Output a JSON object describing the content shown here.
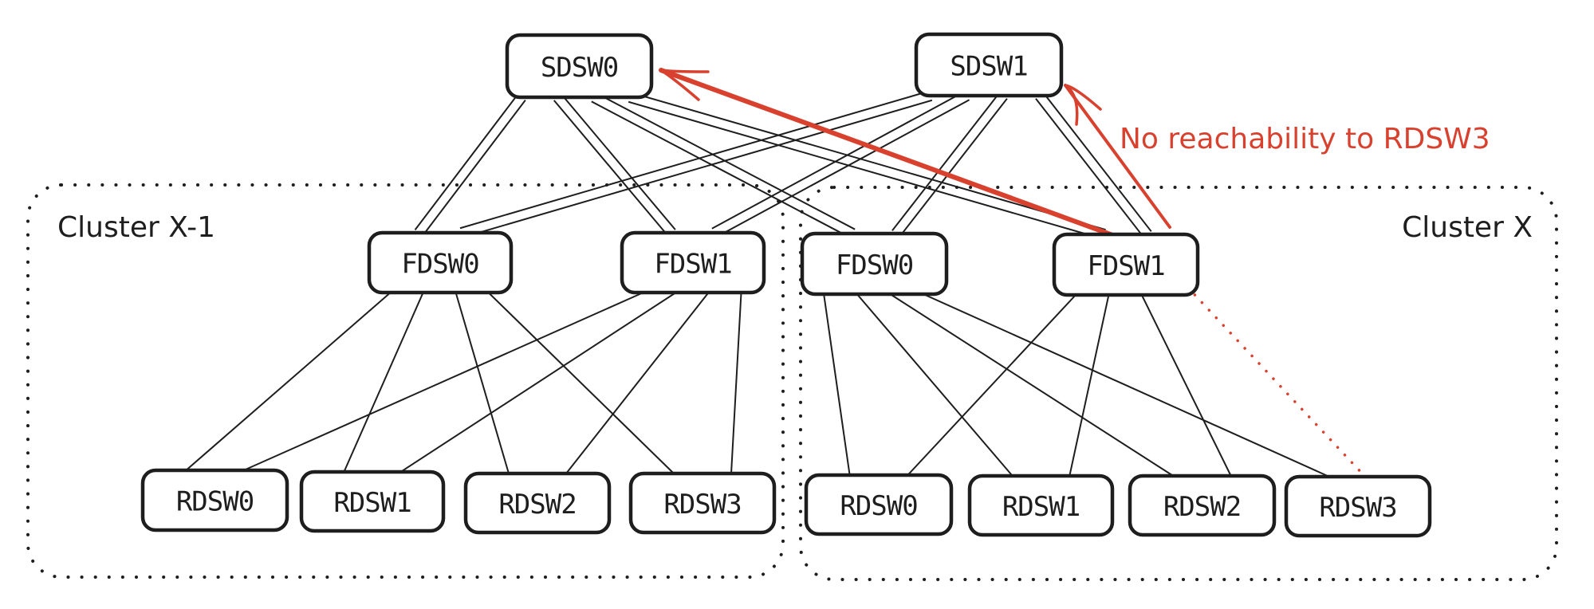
{
  "title": "Network topology: reachability failure to RDSW3",
  "colors": {
    "ink": "#1e1e1e",
    "alert": "#d9412f",
    "background": "#ffffff"
  },
  "spine": [
    {
      "id": "SDSW0",
      "label": "SDSW0"
    },
    {
      "id": "SDSW1",
      "label": "SDSW1"
    }
  ],
  "clusters": [
    {
      "id": "cluster-x-minus-1",
      "label": "Cluster X-1",
      "fabric": [
        {
          "id": "L-FDSW0",
          "label": "FDSW0"
        },
        {
          "id": "L-FDSW1",
          "label": "FDSW1"
        }
      ],
      "racks": [
        {
          "id": "L-RDSW0",
          "label": "RDSW0"
        },
        {
          "id": "L-RDSW1",
          "label": "RDSW1"
        },
        {
          "id": "L-RDSW2",
          "label": "RDSW2"
        },
        {
          "id": "L-RDSW3",
          "label": "RDSW3"
        }
      ]
    },
    {
      "id": "cluster-x",
      "label": "Cluster X",
      "fabric": [
        {
          "id": "R-FDSW0",
          "label": "FDSW0"
        },
        {
          "id": "R-FDSW1",
          "label": "FDSW1"
        }
      ],
      "racks": [
        {
          "id": "R-RDSW0",
          "label": "RDSW0"
        },
        {
          "id": "R-RDSW1",
          "label": "RDSW1"
        },
        {
          "id": "R-RDSW2",
          "label": "RDSW2"
        },
        {
          "id": "R-RDSW3",
          "label": "RDSW3"
        }
      ]
    }
  ],
  "links": {
    "spine_to_fabric": {
      "style": "double",
      "pairs": [
        [
          "SDSW0",
          "L-FDSW0"
        ],
        [
          "SDSW0",
          "L-FDSW1"
        ],
        [
          "SDSW0",
          "R-FDSW0"
        ],
        [
          "SDSW0",
          "R-FDSW1"
        ],
        [
          "SDSW1",
          "L-FDSW0"
        ],
        [
          "SDSW1",
          "L-FDSW1"
        ],
        [
          "SDSW1",
          "R-FDSW0"
        ],
        [
          "SDSW1",
          "R-FDSW1"
        ]
      ]
    },
    "fabric_to_rack": {
      "style": "single",
      "pairs": [
        [
          "L-FDSW0",
          "L-RDSW0"
        ],
        [
          "L-FDSW0",
          "L-RDSW1"
        ],
        [
          "L-FDSW0",
          "L-RDSW2"
        ],
        [
          "L-FDSW0",
          "L-RDSW3"
        ],
        [
          "L-FDSW1",
          "L-RDSW0"
        ],
        [
          "L-FDSW1",
          "L-RDSW1"
        ],
        [
          "L-FDSW1",
          "L-RDSW2"
        ],
        [
          "L-FDSW1",
          "L-RDSW3"
        ],
        [
          "R-FDSW0",
          "R-RDSW0"
        ],
        [
          "R-FDSW0",
          "R-RDSW1"
        ],
        [
          "R-FDSW0",
          "R-RDSW2"
        ],
        [
          "R-FDSW0",
          "R-RDSW3"
        ],
        [
          "R-FDSW1",
          "R-RDSW0"
        ],
        [
          "R-FDSW1",
          "R-RDSW1"
        ],
        [
          "R-FDSW1",
          "R-RDSW2"
        ]
      ]
    },
    "broken": [
      [
        "R-FDSW1",
        "R-RDSW3"
      ]
    ]
  },
  "annotations": {
    "message": "No reachability to RDSW3",
    "arrows": [
      {
        "from": "R-FDSW1",
        "to": "SDSW0"
      },
      {
        "from": "R-FDSW1",
        "to": "SDSW1"
      }
    ]
  }
}
